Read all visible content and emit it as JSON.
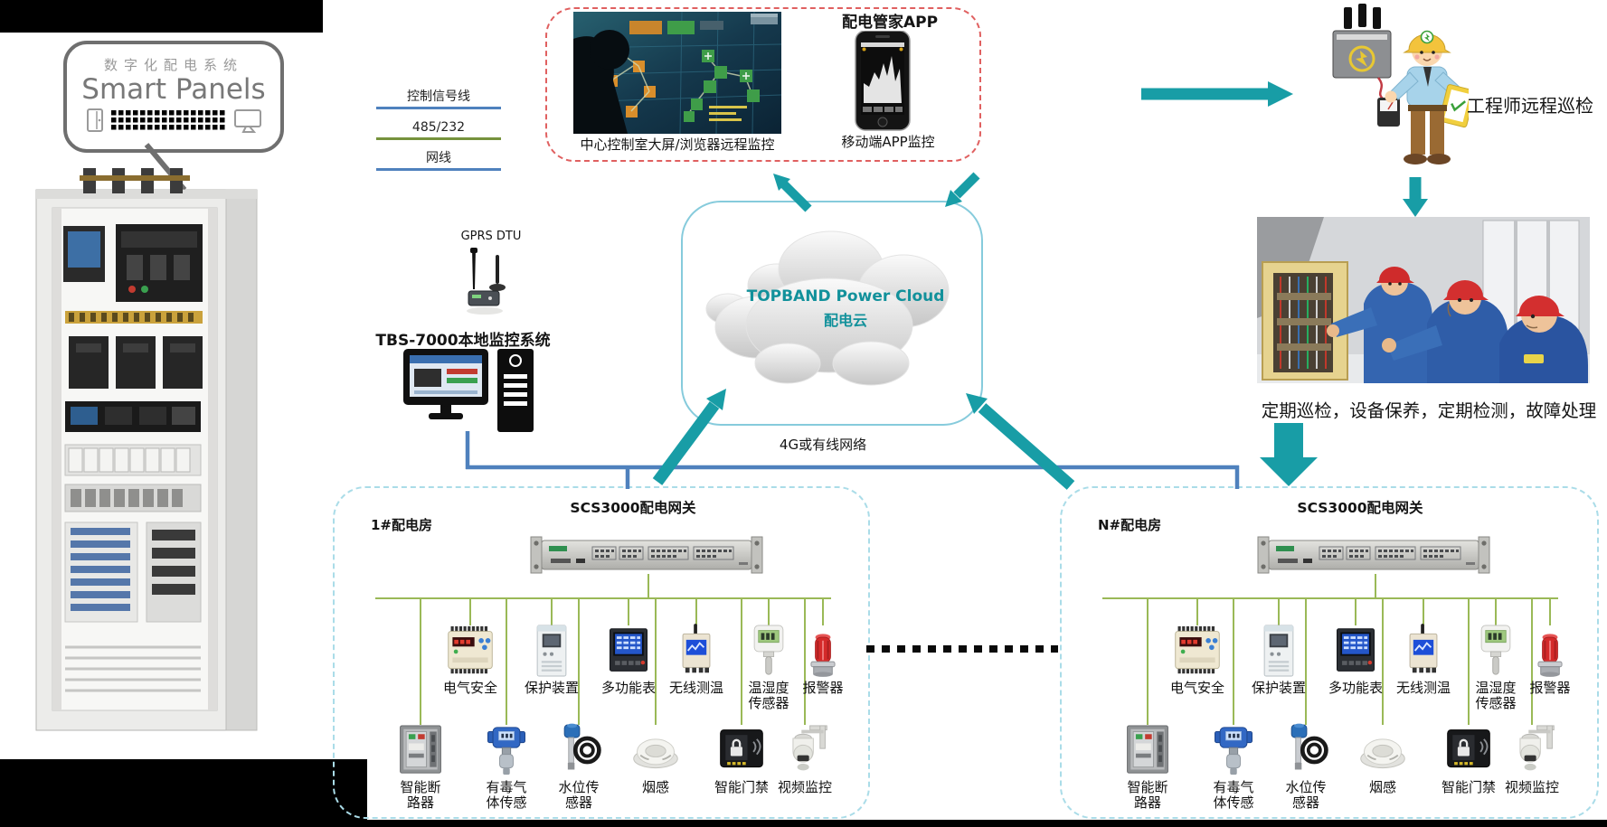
{
  "title_block": {
    "cn": "数字化配电系统",
    "en": "Smart Panels"
  },
  "legend": {
    "items": [
      {
        "label": "控制信号线",
        "color": "#4f81bd"
      },
      {
        "label": "485/232",
        "color": "#76923c"
      },
      {
        "label": "网线",
        "color": "#4f81bd"
      }
    ]
  },
  "local_monitoring": {
    "gprs_label": "GPRS DTU",
    "system_label": "TBS-7000本地监控系统"
  },
  "remote_box": {
    "screen_caption": "中心控制室大屏/浏览器远程监控",
    "app_title": "配电管家APP",
    "app_caption": "移动端APP监控"
  },
  "cloud": {
    "title": "TOPBAND Power Cloud",
    "subtitle": "配电云"
  },
  "network_label": "4G或有线网络",
  "engineer_caption": "工程师远程巡检",
  "maintenance_caption": "定期巡检，设备保养，定期检测，故障处理",
  "rooms": [
    {
      "name": "1#配电房",
      "gateway": "SCS3000配电网关",
      "row1": [
        {
          "label": "电气安全"
        },
        {
          "label": "保护装置"
        },
        {
          "label": "多功能表"
        },
        {
          "label": "无线测温"
        },
        {
          "label": "温湿度\n传感器"
        },
        {
          "label": "报警器"
        }
      ],
      "row2": [
        {
          "label": "智能断\n路器"
        },
        {
          "label": "有毒气\n体传感"
        },
        {
          "label": "水位传\n感器"
        },
        {
          "label": "烟感"
        },
        {
          "label": "智能门禁"
        },
        {
          "label": "视频监控"
        }
      ]
    },
    {
      "name": "N#配电房",
      "gateway": "SCS3000配电网关",
      "row1": [
        {
          "label": "电气安全"
        },
        {
          "label": "保护装置"
        },
        {
          "label": "多功能表"
        },
        {
          "label": "无线测温"
        },
        {
          "label": "温湿度\n传感器"
        },
        {
          "label": "报警器"
        }
      ],
      "row2": [
        {
          "label": "智能断\n路器"
        },
        {
          "label": "有毒气\n体传感"
        },
        {
          "label": "水位传\n感器"
        },
        {
          "label": "烟感"
        },
        {
          "label": "智能门禁"
        },
        {
          "label": "视频监控"
        }
      ]
    }
  ],
  "colors": {
    "teal_arrow": "#189da6",
    "blue_line": "#4f81bd",
    "green_line": "#9ab957",
    "cloud_text": "#12919b",
    "room_border": "#aadce8",
    "red_border": "#e06060"
  }
}
